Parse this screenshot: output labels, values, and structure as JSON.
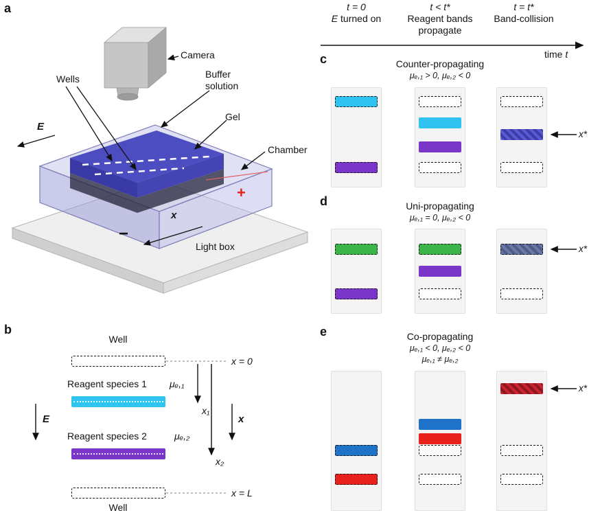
{
  "a": {
    "label": "a",
    "camera": "Camera",
    "wells": "Wells",
    "buffer": "Buffer solution",
    "gel": "Gel",
    "chamber": "Chamber",
    "e_field": "E",
    "plus": "+",
    "minus": "−",
    "x_axis": "x",
    "light_box": "Light box"
  },
  "b": {
    "label": "b",
    "well_top": "Well",
    "well_bottom": "Well",
    "species1": "Reagent species 1",
    "mu1": "μₑ,₁",
    "species2": "Reagent species 2",
    "mu2": "μₑ,₂",
    "x0": "x = 0",
    "x1": "x₁",
    "x2": "x₂",
    "xL": "x = L",
    "e_field": "E",
    "x_axis": "x"
  },
  "tl": {
    "s1_time": "t = 0",
    "s1_var": "E",
    "s1_rest": " turned on",
    "s2_time": "t < t*",
    "s2_desc": "Reagent bands propagate",
    "s3_time": "t = t*",
    "s3_desc": "Band-collision",
    "axis_word": "time ",
    "axis_var": "t"
  },
  "c": {
    "label": "c",
    "title": "Counter-propagating",
    "subtitle": "μₑ,₁ > 0, μₑ,₂ < 0",
    "xstar": "x*"
  },
  "d": {
    "label": "d",
    "title": "Uni-propagating",
    "subtitle": "μₑ,₁ = 0, μₑ,₂ < 0",
    "xstar": "x*"
  },
  "e": {
    "label": "e",
    "title": "Co-propagating",
    "subtitle1": "μₑ,₁ < 0, μₑ,₂ < 0",
    "subtitle2": "μₑ,₁ ≠ μₑ,₂",
    "xstar": "x*"
  },
  "colors": {
    "cyan": "#2fc4f0",
    "purple": "#7a35c9",
    "green": "#3bb54a",
    "blue": "#1e73c8",
    "red": "#e8211d",
    "hatch-cp-a": "#5a5ad2",
    "hatch-cp-b": "#3d3daa",
    "hatch-gp-a": "#6a79a8",
    "hatch-gp-b": "#4f5c85",
    "hatch-br-a": "#c9242f",
    "hatch-br-b": "#8f1820",
    "strip-bg": "#f4f4f4",
    "strip-border": "#e0e0e0"
  }
}
